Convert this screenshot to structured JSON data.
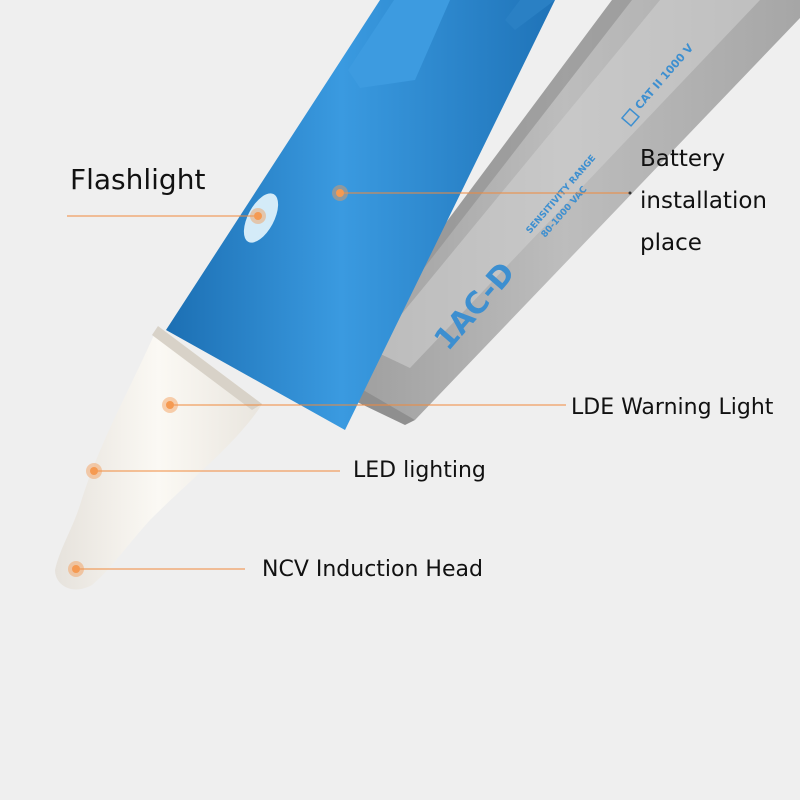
{
  "labels": {
    "flashlight": "Flashlight",
    "battery_line1": "Battery",
    "battery_line2": "installation",
    "battery_line3": "place",
    "warning_light": "LDE Warning Light",
    "led_lighting": "LED lighting",
    "ncv_head": "NCV Induction Head"
  },
  "device_print": {
    "model": "1AC-D",
    "sensitivity_title": "SENSITIVITY RANGE",
    "sensitivity_range": "80-1000 VAC",
    "rating": "CAT II 1000 V"
  },
  "colors": {
    "background": "#efefef",
    "pen_body": "#2e8fd6",
    "clip": "#b3b3b3",
    "tip": "#f1ede6",
    "leader_line": "#f08a3c",
    "marker": "#f59a52",
    "print_text": "#3d8fd0"
  }
}
